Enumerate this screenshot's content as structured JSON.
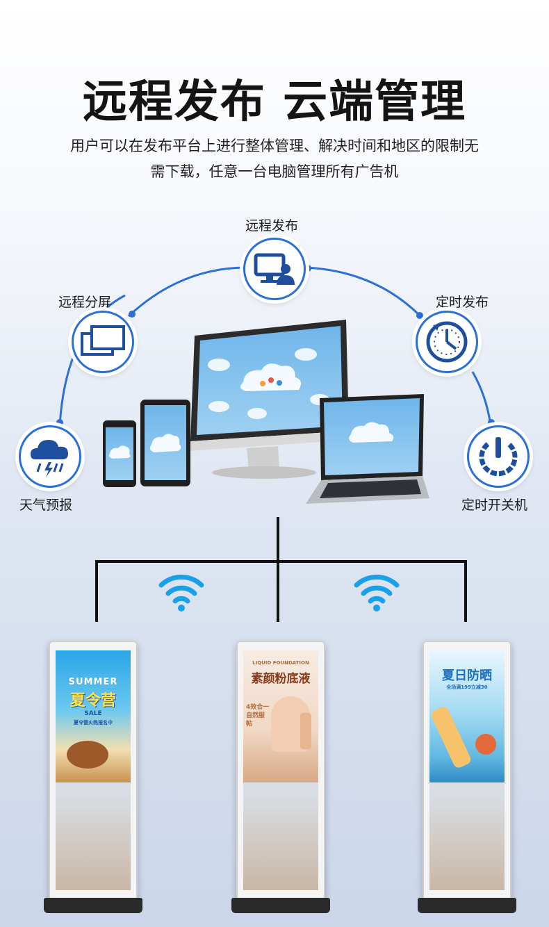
{
  "header": {
    "title": "远程发布 云端管理",
    "subtitle_line1": "用户可以在发布平台上进行整体管理、解决时间和地区的限制无",
    "subtitle_line2": "需下载，任意一台电脑管理所有广告机"
  },
  "features": {
    "remote_publish": {
      "label": "远程发布",
      "icon": "monitor-user-icon"
    },
    "remote_split": {
      "label": "远程分屏",
      "icon": "split-screen-icon"
    },
    "scheduled_publish": {
      "label": "定时发布",
      "icon": "clock-icon"
    },
    "weather": {
      "label": "天气预报",
      "icon": "weather-storm-icon"
    },
    "power_schedule": {
      "label": "定时开关机",
      "icon": "power-icon"
    }
  },
  "kiosks": {
    "left": {
      "ad_title": "夏令营",
      "ad_tag": "SUMMER",
      "ad_sub": "SALE",
      "ad_line": "夏令营火热报名中"
    },
    "center": {
      "ad_brand": "LIQUID FOUNDATION",
      "ad_title": "素颜粉底液",
      "ad_badge": "4效合一 自然服帖"
    },
    "right": {
      "ad_title": "夏日防晒",
      "ad_sub": "全场满199立减30"
    }
  },
  "colors": {
    "accent": "#2b6fd8",
    "wifi": "#1aa0e8",
    "connector": "#111111"
  }
}
